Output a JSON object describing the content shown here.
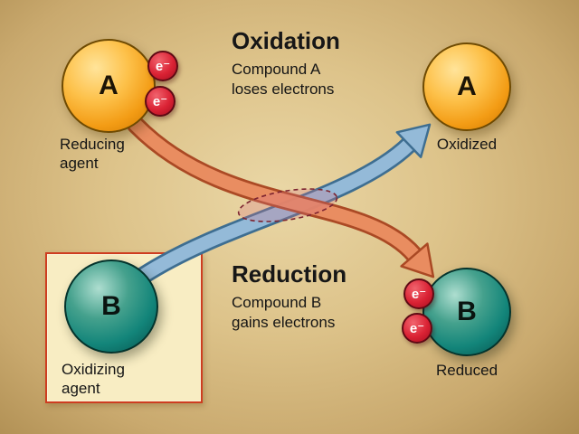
{
  "oxidation": {
    "title": "Oxidation",
    "desc_line1": "Compound A",
    "desc_line2": "loses electrons",
    "compound_label": "A",
    "agent_caption_line1": "Reducing",
    "agent_caption_line2": "agent",
    "result_compound_label": "A",
    "result_caption": "Oxidized"
  },
  "reduction": {
    "title": "Reduction",
    "desc_line1": "Compound B",
    "desc_line2": "gains electrons",
    "compound_label": "B",
    "agent_caption_line1": "Oxidizing",
    "agent_caption_line2": "agent",
    "result_compound_label": "B",
    "result_caption": "Reduced"
  },
  "electron": {
    "label": "e⁻"
  },
  "colors": {
    "background_center": "#ead7a6",
    "background_edge": "#ae8d51",
    "compound_a_sphere": "#f9b233",
    "compound_b_sphere": "#11857a",
    "electron_red": "#d32234",
    "arrow_a_to_b_orange": "#ea8a5e",
    "arrow_b_to_a_blue": "#94bad8",
    "highlight_box_bg": "#f8edc3",
    "highlight_box_border": "#ce3d20"
  }
}
